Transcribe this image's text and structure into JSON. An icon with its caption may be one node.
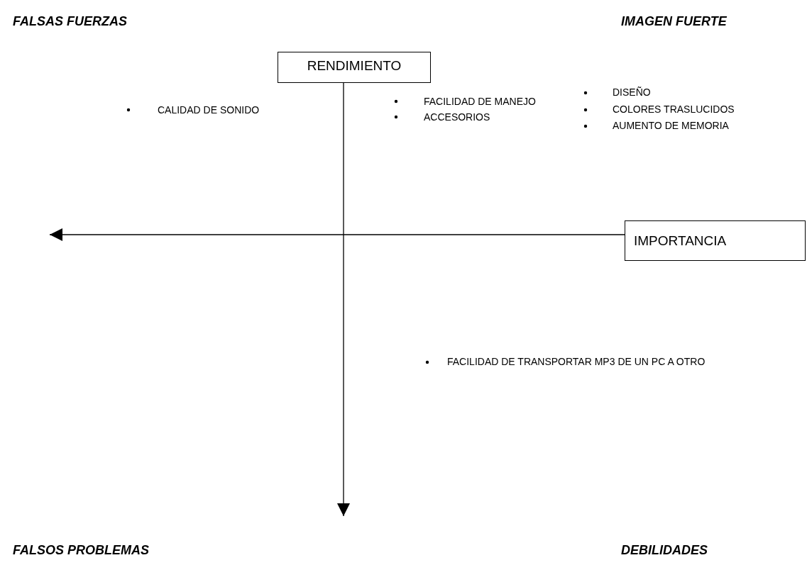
{
  "diagram": {
    "nodes": [
      {
        "text": [
          "RENDIMIENTO"
        ]
      },
      {
        "text": [
          "IMPORTANCIA"
        ]
      }
    ],
    "edges": [
      {
        "from": 0,
        "to": null,
        "arrow": "to"
      },
      {
        "from": 1,
        "to": null,
        "arrow": "to"
      }
    ],
    "labels": [
      "FALSAS FUERZAS",
      "IMAGEN FUERTE",
      "CALIDAD DE SONIDO",
      "FACILIDAD DE MANEJO",
      "ACCESORIOS",
      "DISEÑO",
      "COLORES TRASLUCIDOS",
      "AUMENTO DE MEMORIA",
      "FACILIDAD DE TRANSPORTAR MP3 DE UN PC A OTRO",
      "FALSOS PROBLEMAS",
      "DEBILIDADES"
    ]
  }
}
